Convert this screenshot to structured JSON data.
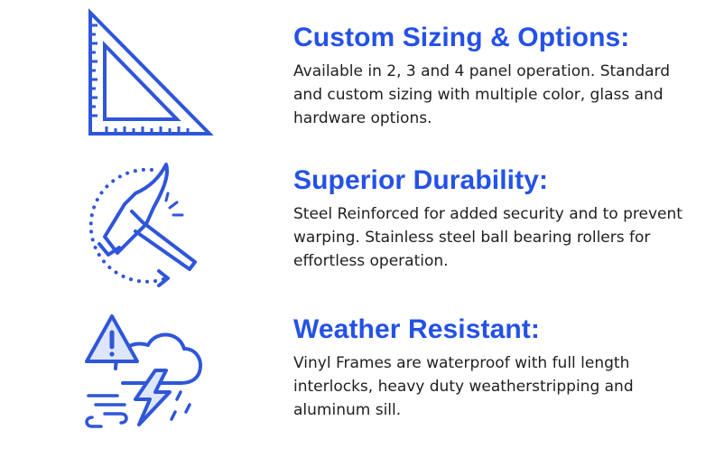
{
  "colors": {
    "accent": "#2451e6",
    "icon": "#2f56d9",
    "icon_fill": "#dde6fb",
    "text": "#1f1f1f"
  },
  "features": [
    {
      "icon": "set-square-ruler-icon",
      "title": "Custom Sizing & Options:",
      "description": "Available in 2, 3 and 4 panel operation. Standard and custom sizing with multiple color, glass and hardware options."
    },
    {
      "icon": "hammer-icon",
      "title": "Superior Durability:",
      "description": "Steel Reinforced for added security and to prevent warping. Stainless steel ball bearing rollers for effortless operation."
    },
    {
      "icon": "storm-warning-icon",
      "title": "Weather Resistant:",
      "description": "Vinyl Frames are waterproof with full length interlocks, heavy duty weatherstripping and aluminum sill."
    }
  ]
}
